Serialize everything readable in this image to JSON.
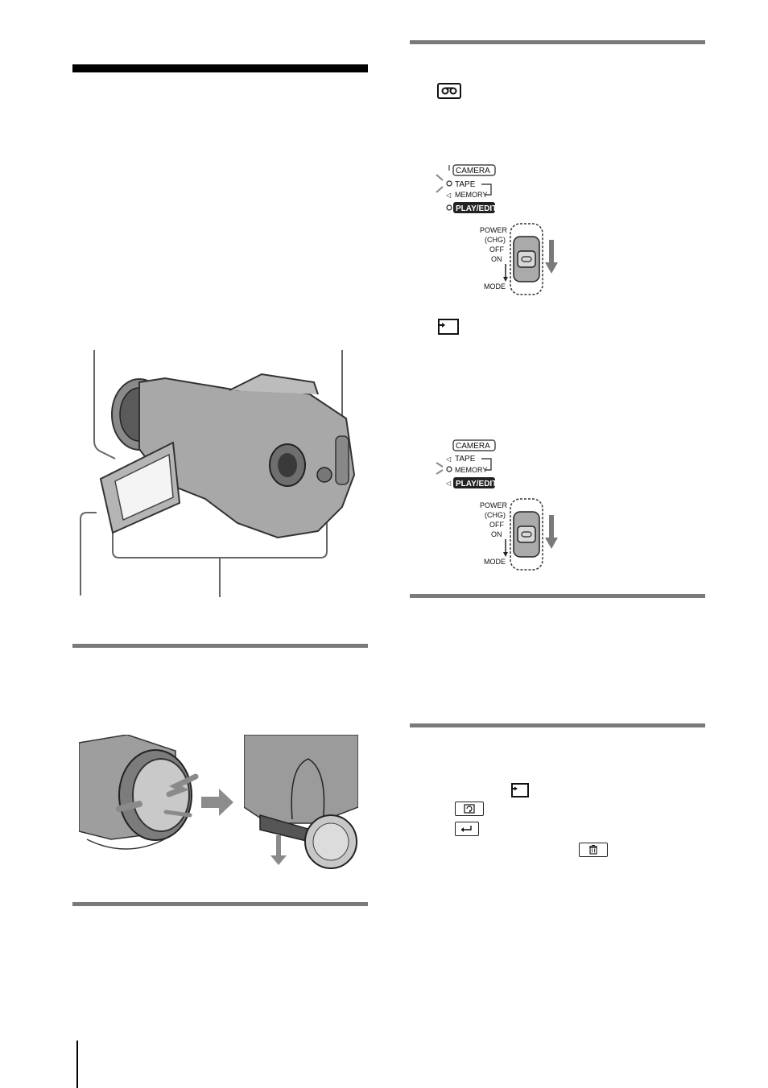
{
  "mode_lamps": {
    "camera": "CAMERA",
    "tape": "TAPE",
    "memory": "MEMORY",
    "play_edit": "PLAY/EDIT"
  },
  "power_switch": {
    "power": "POWER",
    "chg": "(CHG)",
    "off": "OFF",
    "on": "ON",
    "mode": "MODE"
  },
  "icons": {
    "tape_mode": "cassette-tape-icon",
    "memory_mode": "memory-card-icon",
    "card_inline": "memory-card-icon",
    "rotate": "rotate-icon",
    "return": "return-icon",
    "delete": "trash-icon"
  }
}
